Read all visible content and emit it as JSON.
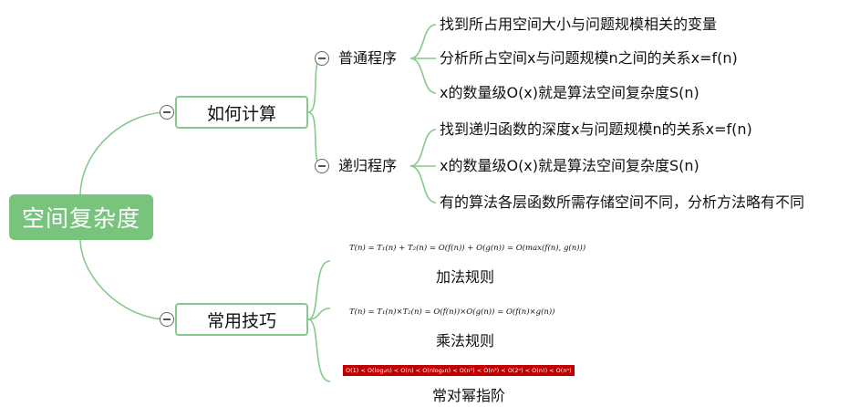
{
  "root": "空间复杂度",
  "branches": {
    "compute": {
      "label": "如何计算",
      "normal": {
        "label": "普通程序",
        "items": [
          "找到所占用空间大小与问题规模相关的变量",
          "分析所占空间x与问题规模n之间的关系x=f(n)",
          "x的数量级O(x)就是算法空间复杂度S(n)"
        ]
      },
      "recursive": {
        "label": "递归程序",
        "items": [
          "找到递归函数的深度x与问题规模n的关系x=f(n)",
          "x的数量级O(x)就是算法空间复杂度S(n)",
          "有的算法各层函数所需存储空间不同，分析方法略有不同"
        ]
      }
    },
    "tips": {
      "label": "常用技巧",
      "items": [
        {
          "formula": "T(n) = T₁(n) + T₂(n) = O(f(n)) + O(g(n)) = O(max(f(n), g(n)))",
          "caption": "加法规则"
        },
        {
          "formula": "T(n) = T₁(n)×T₂(n) = O(f(n))×O(g(n)) = O(f(n)×g(n))",
          "caption": "乘法规则"
        },
        {
          "formula": "O(1) < O(log₂n) < O(n) < O(nlog₂n) < O(n²) < O(n³) < O(2ⁿ) < O(n!) < O(nⁿ)",
          "caption": "常对幂指阶"
        }
      ]
    }
  },
  "colors": {
    "branch_line": "#86c98a",
    "root_fill": "#78c47d",
    "highlight": "#c00000"
  }
}
